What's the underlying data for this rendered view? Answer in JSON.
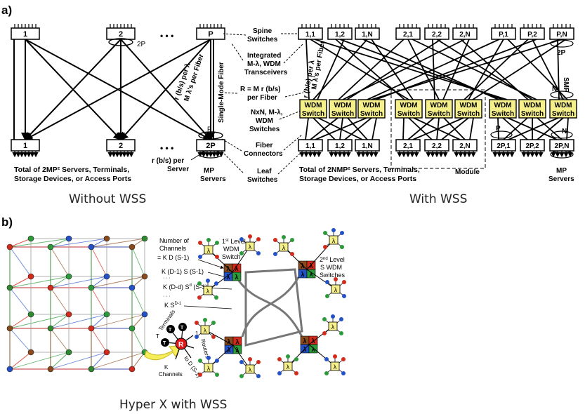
{
  "panel_a": {
    "label": "a)",
    "left": {
      "spines": [
        "1",
        "2",
        "P"
      ],
      "leaves": [
        "1",
        "2",
        "2P"
      ],
      "ellipsis": "• • •",
      "label_2p": "2P",
      "label_p": "P",
      "rate_per_lambda": "r (b/s) per λ",
      "lambdas_per_fiber": "M λ's per Fiber",
      "smf": "Single-Mode Fiber",
      "rate_per_server_1": "r (b/s) per",
      "rate_per_server_2": "Server",
      "mp_servers_1": "MP",
      "mp_servers_2": "Servers",
      "total_1": "Total of 2MP² Servers, Terminals,",
      "total_2": "Storage Devices, or Access Ports"
    },
    "middle": {
      "spine_1": "Spine",
      "spine_2": "Switches",
      "int_1": "Integrated",
      "int_2": "M-λ, WDM",
      "int_3": "Transceivers",
      "r_1": "R = M r (b/s)",
      "r_2": "per Fiber",
      "nxn_1": "NxN, M-λ,",
      "nxn_2": "WDM",
      "nxn_3": "Switches",
      "fc_1": "Fiber",
      "fc_2": "Connectors",
      "leaf_1": "Leaf",
      "leaf_2": "Switches"
    },
    "right": {
      "spines": [
        "1,1",
        "1,2",
        "1,N",
        "2,1",
        "2,2",
        "2,N",
        "P,1",
        "P,2",
        "P,N"
      ],
      "leaves": [
        "1,1",
        "1,2",
        "1,N",
        "2,1",
        "2,2",
        "2,N",
        "2P,1",
        "2P,2",
        "2P,N"
      ],
      "wdm_top": "WDM",
      "wdm_bottom": "Switch",
      "label_2p": "2P",
      "label_smf": "SMF",
      "label_n": "N",
      "label_p": "P",
      "label_n2": "N",
      "rate_per_lambda": "r (b/s) per λ",
      "lambdas_per_fiber": "M λ's per Fiber",
      "module": "Module",
      "mp_servers_1": "MP",
      "mp_servers_2": "Servers",
      "total_1": "Total of 2NMP² Servers, Terminals,",
      "total_2": "Storage Devices, or Access Ports"
    },
    "caption_left": "Without WSS",
    "caption_right": "With WSS"
  },
  "panel_b": {
    "label": "b)",
    "channels_1": "Number of",
    "channels_2": "Channels",
    "eq_1": "= K D (S-1)",
    "eq_2": "K (D-1) S (S-1)",
    "eq_3": "K (D-d) S",
    "eq_3_sup": "d",
    "eq_3_tail": " (S-1)",
    "dots": "· · ·",
    "eq_4": "K S",
    "eq_4_sup": "D-1",
    "first_level_1": "1",
    "first_level_sup": "st",
    "first_level_2": " Level",
    "first_level_3": "WDM",
    "first_level_4": "Switch",
    "second_level_1": "2",
    "second_level_sup": "nd",
    "second_level_2": " Level",
    "second_level_3": "S WDM",
    "second_level_4": "Switches",
    "lambda": "λ",
    "terminals": "Terminals",
    "t_label": "T",
    "t_node": "T",
    "r_node": "R",
    "routers": "Routers",
    "to_d": "to D (S-1)",
    "one": "1",
    "k_1": "K",
    "k_2": "Channels",
    "caption": "Hyper X with WSS"
  },
  "colors": {
    "wdm_fill": "#f6f08a",
    "lambda_red": "#d42a1c",
    "lambda_green": "#2a9a3a",
    "lambda_blue": "#2352c8",
    "lambda_brown": "#8a4a1c",
    "router_red": "#e01818",
    "arrow_yellow": "#f5ee5a"
  }
}
